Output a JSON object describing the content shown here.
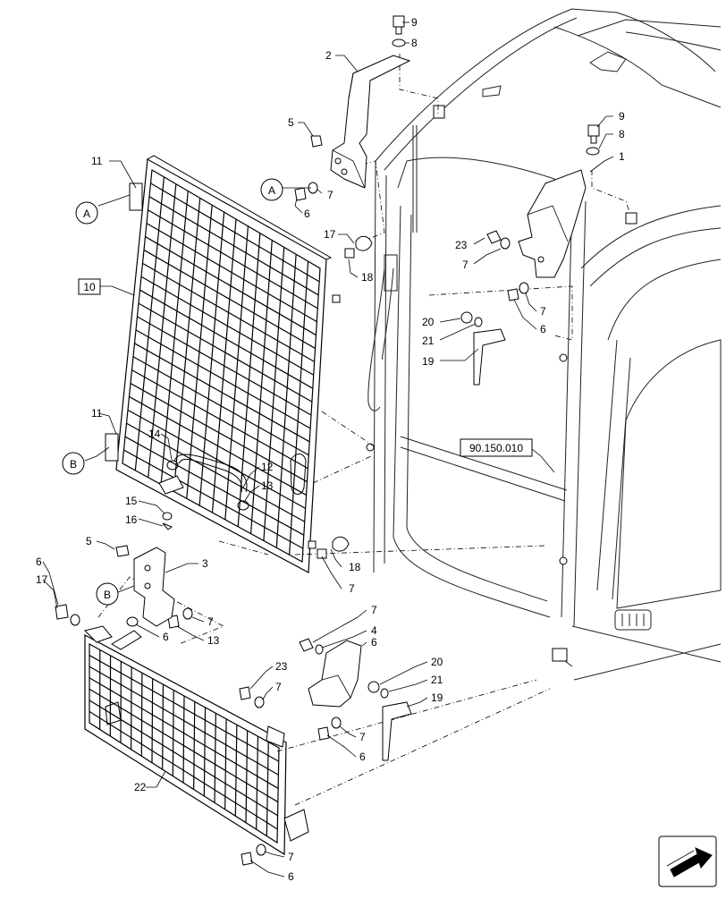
{
  "callouts": [
    {
      "id": "c9a",
      "text": "9"
    },
    {
      "id": "c8a",
      "text": "8"
    },
    {
      "id": "c2",
      "text": "2"
    },
    {
      "id": "c5a",
      "text": "5"
    },
    {
      "id": "c11a",
      "text": "11"
    },
    {
      "id": "c7a",
      "text": "7"
    },
    {
      "id": "c6a",
      "text": "6"
    },
    {
      "id": "c17a",
      "text": "17"
    },
    {
      "id": "c18a",
      "text": "18"
    },
    {
      "id": "c9b",
      "text": "9"
    },
    {
      "id": "c8b",
      "text": "8"
    },
    {
      "id": "c1",
      "text": "1"
    },
    {
      "id": "c23a",
      "text": "23"
    },
    {
      "id": "c7b",
      "text": "7"
    },
    {
      "id": "c7c",
      "text": "7"
    },
    {
      "id": "c6b",
      "text": "6"
    },
    {
      "id": "c20a",
      "text": "20"
    },
    {
      "id": "c21a",
      "text": "21"
    },
    {
      "id": "c19a",
      "text": "19"
    },
    {
      "id": "c10",
      "text": "10"
    },
    {
      "id": "c11b",
      "text": "11"
    },
    {
      "id": "c14",
      "text": "14"
    },
    {
      "id": "c12",
      "text": "12"
    },
    {
      "id": "c13a",
      "text": "13"
    },
    {
      "id": "c15",
      "text": "15"
    },
    {
      "id": "c16",
      "text": "16"
    },
    {
      "id": "c5b",
      "text": "5"
    },
    {
      "id": "c3",
      "text": "3"
    },
    {
      "id": "c7d",
      "text": "7"
    },
    {
      "id": "c6c",
      "text": "6"
    },
    {
      "id": "c17b",
      "text": "17"
    },
    {
      "id": "c18b",
      "text": "18"
    },
    {
      "id": "c7e",
      "text": "7"
    },
    {
      "id": "c13b",
      "text": "13"
    },
    {
      "id": "c6d",
      "text": "6"
    },
    {
      "id": "c23b",
      "text": "23"
    },
    {
      "id": "c7f",
      "text": "7"
    },
    {
      "id": "c4",
      "text": "4"
    },
    {
      "id": "c6e",
      "text": "6"
    },
    {
      "id": "c7g",
      "text": "7"
    },
    {
      "id": "c20b",
      "text": "20"
    },
    {
      "id": "c21b",
      "text": "21"
    },
    {
      "id": "c19b",
      "text": "19"
    },
    {
      "id": "c7h",
      "text": "7"
    },
    {
      "id": "c6f",
      "text": "6"
    },
    {
      "id": "c22",
      "text": "22"
    },
    {
      "id": "c7i",
      "text": "7"
    },
    {
      "id": "c6g",
      "text": "6"
    }
  ],
  "refs": {
    "a_top": "A",
    "a_left": "A",
    "b_left": "B",
    "b_bottom": "B"
  },
  "reference_code": "90.150.010"
}
